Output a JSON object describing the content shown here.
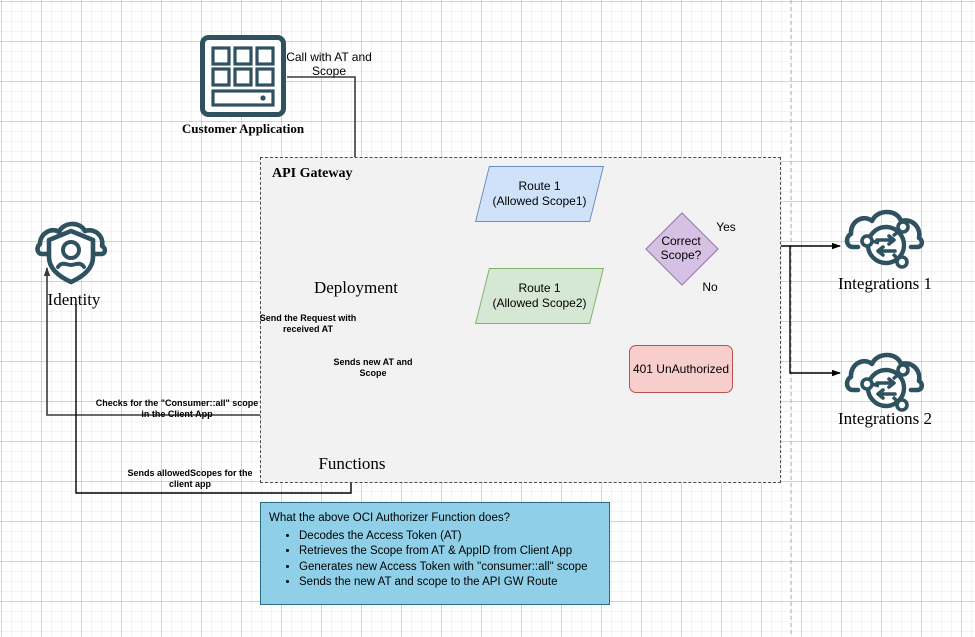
{
  "diagram": {
    "title": "OCI API Gateway Authorizer Function flow",
    "colors": {
      "icon_teal": "#2f5261",
      "route1_fill": "#cfe2f9",
      "route1_stroke": "#6c8ebf",
      "route2_fill": "#d5e8d4",
      "route2_stroke": "#82b366",
      "decision_fill": "#d6c0e3",
      "decision_stroke": "#9673a6",
      "error_fill": "#f8cecc",
      "error_stroke": "#b85450",
      "info_fill": "#8fd0e8",
      "info_stroke": "#2d6c85",
      "container_fill": "#f2f2f2",
      "container_stroke": "#4d4d4d",
      "edge_stroke": "#000000"
    },
    "container": {
      "label": "API Gateway"
    },
    "nodes": {
      "customer_application": {
        "label": "Customer Application",
        "icon": "application-grid-icon"
      },
      "deployment": {
        "label": "Deployment",
        "icon": "api-gateway-deployment-icon"
      },
      "functions": {
        "label": "Functions",
        "icon": "functions-icon"
      },
      "identity": {
        "label": "Identity",
        "icon": "identity-cloud-shield-icon"
      },
      "integrations_1": {
        "label": "Integrations 1",
        "icon": "integration-cloud-icon"
      },
      "integrations_2": {
        "label": "Integrations 2",
        "icon": "integration-cloud-icon"
      },
      "route_1_scope1": {
        "line1": "Route 1",
        "line2": "(Allowed Scope1)"
      },
      "route_1_scope2": {
        "line1": "Route 1",
        "line2": "(Allowed Scope2)"
      },
      "decision": {
        "line1": "Correct",
        "line2": "Scope?"
      },
      "unauthorized": {
        "label": "401 UnAuthorized"
      }
    },
    "edge_labels": {
      "call_with_at": "Call with AT and Scope",
      "send_request": "Send the Request with received AT",
      "sends_new_at": "Sends  new AT and Scope",
      "checks_scope": "Checks for the \"Consumer::all\" scope in the Client App",
      "sends_allowed_scopes": "Sends allowedScopes for the client app",
      "yes": "Yes",
      "no": "No"
    },
    "info_box": {
      "heading": "What the above OCI Authorizer Function does?",
      "items": [
        "Decodes the Access Token (AT)",
        "Retrieves the Scope from AT & AppID from Client App",
        "Generates new Access Token with \"consumer::all\" scope",
        "Sends the new AT and scope to the API GW Route"
      ]
    }
  }
}
